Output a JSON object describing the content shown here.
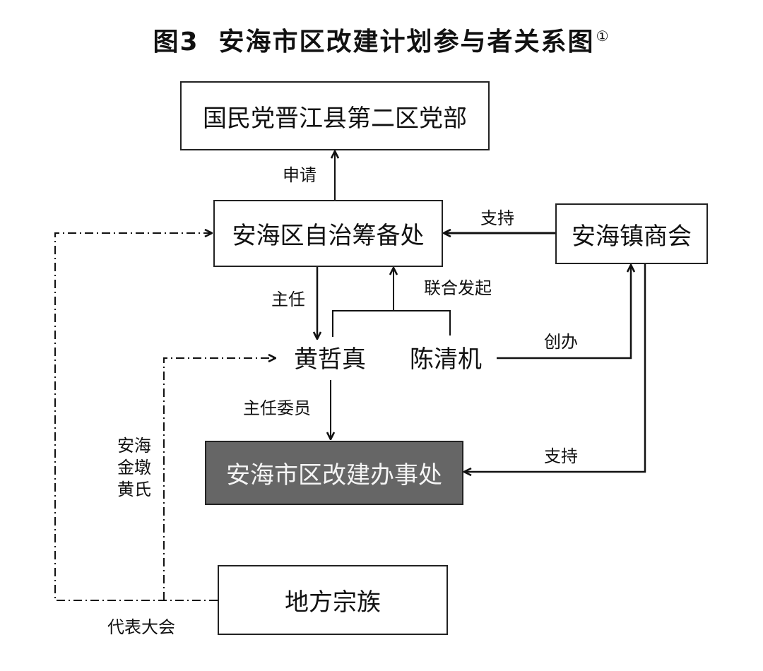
{
  "figure": {
    "number": "图3",
    "title": "安海市区改建计划参与者关系图",
    "footnote_mark": "①"
  },
  "nodes": {
    "kmt_branch": "国民党晋江县第二区党部",
    "autonomy_prep_office": "安海区自治筹备处",
    "chamber_of_commerce": "安海镇商会",
    "person_huang": "黄哲真",
    "person_chen": "陈清机",
    "reconstruction_office": "安海市区改建办事处",
    "local_clans": "地方宗族"
  },
  "edges": {
    "apply": "申请",
    "support_top": "支持",
    "director": "主任",
    "co_initiate": "联合发起",
    "founded": "创办",
    "chief_commissioner": "主任委员",
    "support_bottom": "支持",
    "huang_clan": "安海\n金墩\n黄氏",
    "representative_assembly": "代表大会"
  },
  "styles": {
    "line_color": "#111111",
    "dark_box_fill": "#666666",
    "dark_box_text": "#f4f4f4"
  }
}
